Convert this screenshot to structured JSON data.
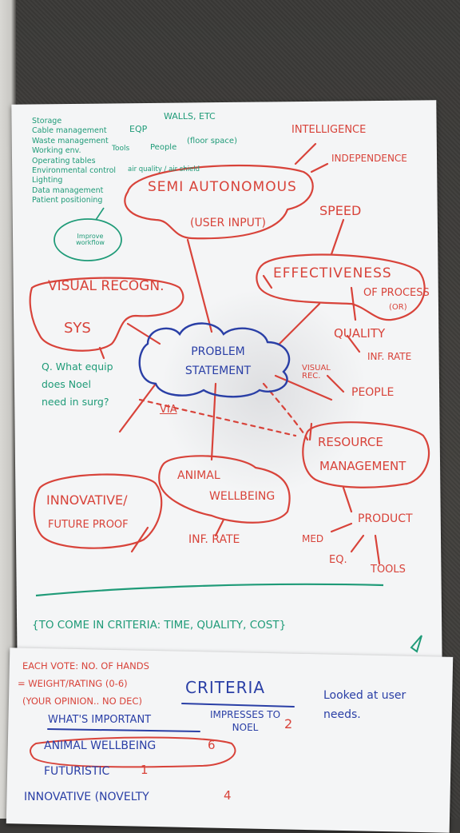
{
  "top_list": {
    "items": [
      "Storage",
      "Cable management",
      "Waste management",
      "Working env.",
      "Operating tables",
      "Environmental control",
      "Lighting",
      "Data management",
      "Patient positioning"
    ],
    "walls_note": "WALLS, ETC",
    "eqp_note": "EQP",
    "tools_note": "Tools",
    "people_note": "People",
    "floor_note": "(floor space)",
    "air_note": "air quality / air shield",
    "improve_note": "Improve workflow"
  },
  "mindmap": {
    "center": "PROBLEM STATEMENT",
    "semi_auto_line1": "SEMI AUTONOMOUS",
    "semi_auto_line2": "(USER INPUT)",
    "intelligence": "INTELLIGENCE",
    "independence": "INDEPENDENCE",
    "speed": "SPEED",
    "effectiveness_line1": "EFFECTIVENESS",
    "effectiveness_line2": "OF PROCESS",
    "effectiveness_tag": "(OR)",
    "quality": "QUALITY",
    "inf_rate": "INF. RATE",
    "visual_recog_line1": "VISUAL RECOGN.",
    "visual_recog_line2": "SYS",
    "question": "Q. What equip does Noel need in surg?",
    "via": "VIA",
    "visual_rec": "VISUAL REC.",
    "people": "PEOPLE",
    "resource_line1": "RESOURCE",
    "resource_line2": "MANAGEMENT",
    "animal_line1": "ANIMAL",
    "animal_line2": "WELLBEING",
    "animal_inf_rate": "INF. RATE",
    "innovative_line1": "INNOVATIVE/",
    "innovative_line2": "FUTURE PROOF",
    "product": "PRODUCT",
    "med": "MED",
    "eq": "EQ.",
    "tools": "TOOLS"
  },
  "footer_criteria": "{TO COME IN CRITERIA: TIME, QUALITY, COST}",
  "sheet2": {
    "line1": "EACH VOTE: NO. OF HANDS",
    "line2": "= WEIGHT/RATING (0-6)",
    "line3": "(YOUR OPINION.. NO DEC)",
    "criteria_title": "CRITERIA",
    "whats_important": "WHAT'S IMPORTANT",
    "impresses": "IMPRESSES TO NOEL",
    "impresses_score": "2",
    "animal_wellbeing": "ANIMAL WELLBEING",
    "animal_score": "6",
    "futuristic": "FUTURISTIC",
    "futuristic_score": "1",
    "innovative": "INNOVATIVE (NOVELTY",
    "innovative_score": "4",
    "looked_at": "Looked at user needs."
  },
  "colors": {
    "red_marker": "#d8433a",
    "blue_marker": "#2a3fa6",
    "green_marker": "#1f9b78",
    "paper": "#f4f5f6",
    "carpet": "#3c3b39"
  }
}
